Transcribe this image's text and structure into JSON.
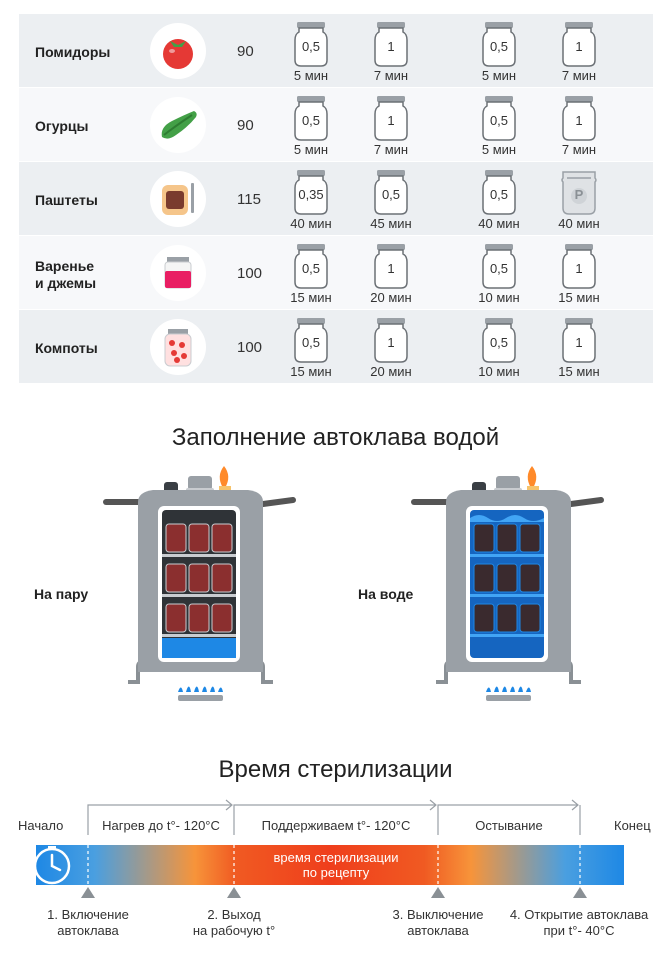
{
  "table": {
    "rows": [
      {
        "name": "Помидоры",
        "icon": "tomato-icon",
        "temp": "90",
        "jars": [
          {
            "vol": "0,5",
            "time": "5 мин",
            "type": "jar"
          },
          {
            "vol": "1",
            "time": "7 мин",
            "type": "jar"
          },
          {
            "vol": "0,5",
            "time": "5 мин",
            "type": "jar"
          },
          {
            "vol": "1",
            "time": "7 мин",
            "type": "jar"
          }
        ]
      },
      {
        "name": "Огурцы",
        "icon": "cucumber-icon",
        "temp": "90",
        "jars": [
          {
            "vol": "0,5",
            "time": "5 мин",
            "type": "jar"
          },
          {
            "vol": "1",
            "time": "7 мин",
            "type": "jar"
          },
          {
            "vol": "0,5",
            "time": "5 мин",
            "type": "jar"
          },
          {
            "vol": "1",
            "time": "7 мин",
            "type": "jar"
          }
        ]
      },
      {
        "name": "Паштеты",
        "icon": "pate-icon",
        "temp": "115",
        "jars": [
          {
            "vol": "0,35",
            "time": "40 мин",
            "type": "jar"
          },
          {
            "vol": "0,5",
            "time": "45 мин",
            "type": "jar"
          },
          {
            "vol": "0,5",
            "time": "40 мин",
            "type": "jar"
          },
          {
            "vol": "P",
            "time": "40 мин",
            "type": "pouch"
          }
        ]
      },
      {
        "name": "Варенье\nи джемы",
        "icon": "jam-icon",
        "temp": "100",
        "jars": [
          {
            "vol": "0,5",
            "time": "15 мин",
            "type": "jar"
          },
          {
            "vol": "1",
            "time": "20 мин",
            "type": "jar"
          },
          {
            "vol": "0,5",
            "time": "10 мин",
            "type": "jar"
          },
          {
            "vol": "1",
            "time": "15 мин",
            "type": "jar"
          }
        ]
      },
      {
        "name": "Компоты",
        "icon": "compote-icon",
        "temp": "100",
        "jars": [
          {
            "vol": "0,5",
            "time": "15 мин",
            "type": "jar"
          },
          {
            "vol": "1",
            "time": "20 мин",
            "type": "jar"
          },
          {
            "vol": "0,5",
            "time": "10 мин",
            "type": "jar"
          },
          {
            "vol": "1",
            "time": "15 мин",
            "type": "jar"
          }
        ]
      }
    ]
  },
  "filling": {
    "title": "Заполнение автоклава водой",
    "left_label": "На пару",
    "right_label": "На воде"
  },
  "sterilization": {
    "title": "Время стерилизации",
    "start": "Начало",
    "end": "Конец",
    "phase1": "Нагрев до t°- 120°C",
    "phase2": "Поддерживаем t°- 120°C",
    "phase3": "Остывание",
    "bar_line1": "время стерилизации",
    "bar_line2": "по рецепту",
    "step1": "1. Включение\nавтоклава",
    "step2": "2. Выход\nна рабочую t°",
    "step3": "3. Выключение\nавтоклава",
    "step4": "4. Открытие автоклава\nпри t°- 40°C"
  },
  "colors": {
    "blue": "#1e88e5",
    "orange": "#ff8a2a",
    "red": "#f0401a",
    "grey": "#9aa0a6"
  }
}
